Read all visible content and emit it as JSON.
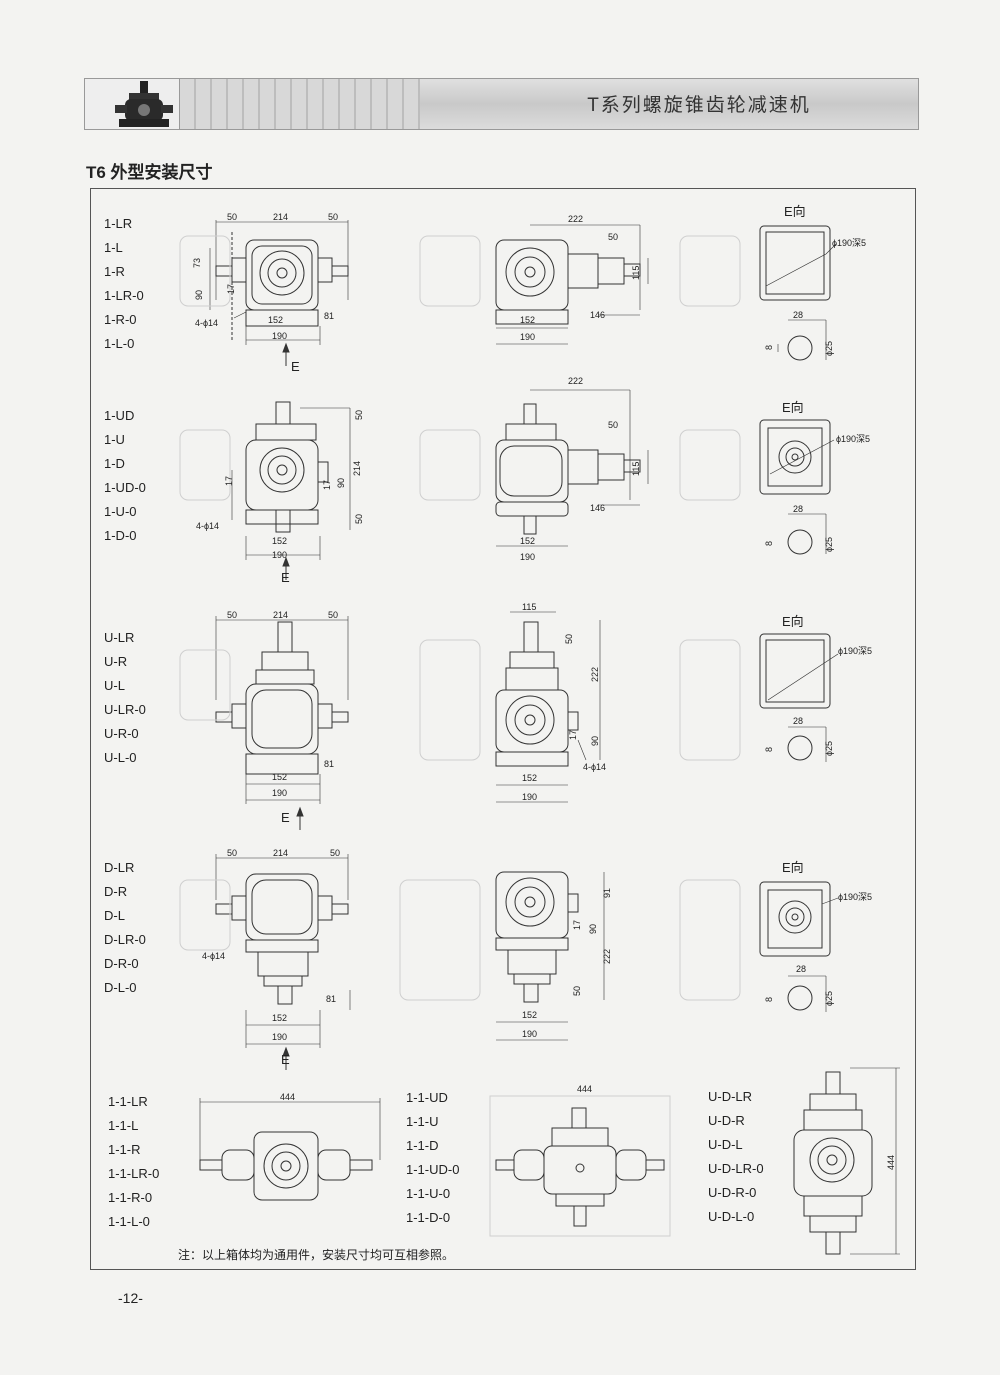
{
  "header": {
    "title": "T系列螺旋锥齿轮减速机"
  },
  "section_title": "T6 外型安装尺寸",
  "groups": [
    {
      "labels": [
        "1-LR",
        "1-L",
        "1-R",
        "1-LR-0",
        "1-R-0",
        "1-L-0"
      ]
    },
    {
      "labels": [
        "1-UD",
        "1-U",
        "1-D",
        "1-UD-0",
        "1-U-0",
        "1-D-0"
      ]
    },
    {
      "labels": [
        "U-LR",
        "U-R",
        "U-L",
        "U-LR-0",
        "U-R-0",
        "U-L-0"
      ]
    },
    {
      "labels": [
        "D-LR",
        "D-R",
        "D-L",
        "D-LR-0",
        "D-R-0",
        "D-L-0"
      ]
    },
    {
      "labels": [
        "1-1-LR",
        "1-1-L",
        "1-1-R",
        "1-1-LR-0",
        "1-1-R-0",
        "1-1-L-0"
      ]
    },
    {
      "labels": [
        "1-1-UD",
        "1-1-U",
        "1-1-D",
        "1-1-UD-0",
        "1-1-U-0",
        "1-1-D-0"
      ]
    },
    {
      "labels": [
        "U-D-LR",
        "U-D-R",
        "U-D-L",
        "U-D-LR-0",
        "U-D-R-0",
        "U-D-L-0"
      ]
    }
  ],
  "dims": {
    "d50": "50",
    "d214": "214",
    "d222": "222",
    "d73": "73",
    "d90": "90",
    "d17": "17",
    "d152": "152",
    "d190": "190",
    "d81": "81",
    "d146": "146",
    "d115": "115",
    "d91": "91",
    "d444": "444",
    "d28": "28",
    "d8": "8",
    "holes": "4-ϕ14",
    "phi25": "ϕ25",
    "phi190": "ϕ190深5",
    "view_e": "E向",
    "e": "E"
  },
  "footnote": "注：以上箱体均为通用件，安装尺寸均可互相参照。",
  "page_number": "-12-"
}
